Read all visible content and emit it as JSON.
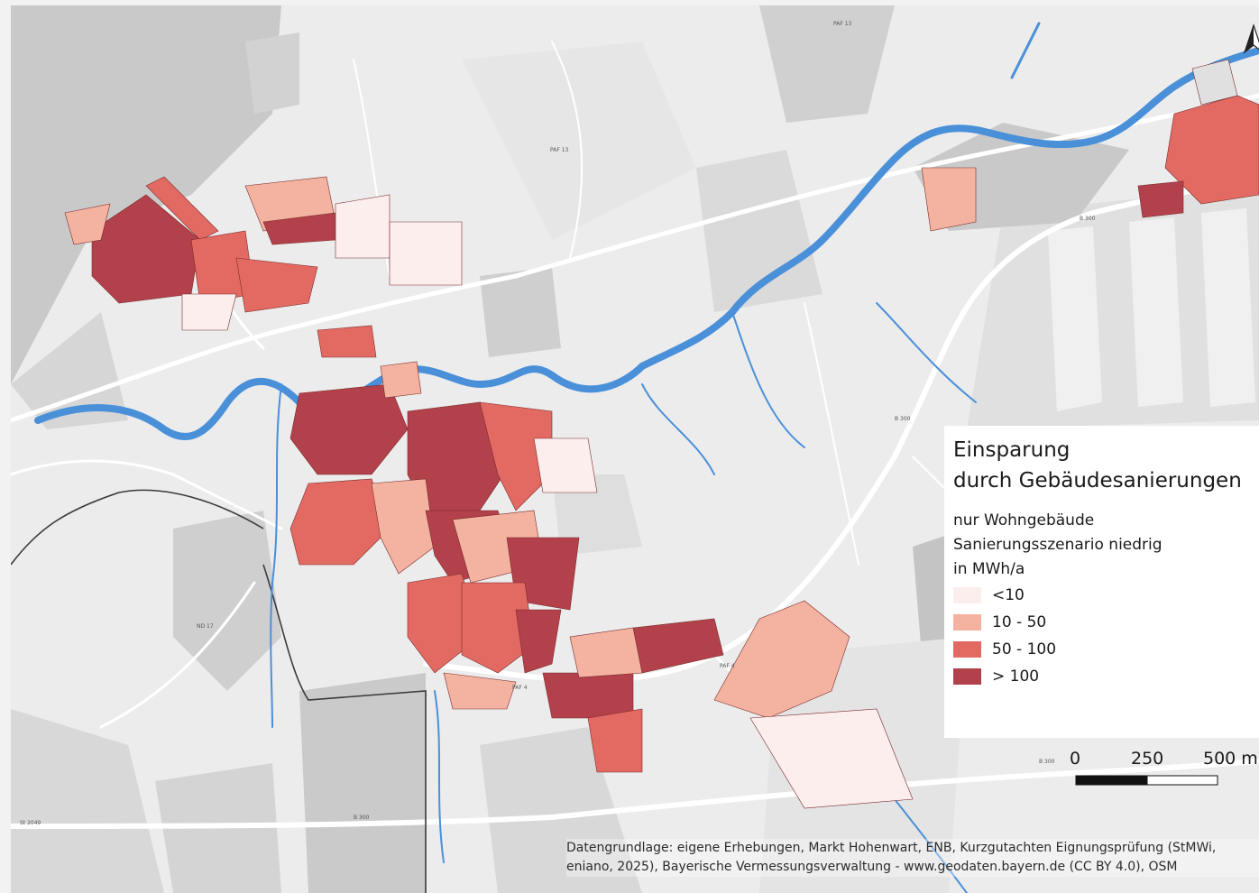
{
  "colors": {
    "background": "#ececec",
    "field": "#e3e3e3",
    "forest": "#c8c8c8",
    "water": "#4a90d9",
    "road": "#ffffff",
    "class_lt10": "#fbeeec",
    "class_10_50": "#f4b3a0",
    "class_50_100": "#e26a62",
    "class_gt100": "#b2414c"
  },
  "legend": {
    "title_line1": "Einsparung",
    "title_line2": "durch Gebäudesanierungen",
    "subtitle_line1": "nur Wohngebäude",
    "subtitle_line2": "Sanierungsszenario niedrig",
    "unit": "in MWh/a",
    "classes": [
      {
        "label": "<10",
        "color": "#fbeeec"
      },
      {
        "label": "10 - 50",
        "color": "#f4b3a0"
      },
      {
        "label": "50 - 100",
        "color": "#e26a62"
      },
      {
        "label": "> 100",
        "color": "#b2414c"
      }
    ]
  },
  "scale": {
    "labels": [
      "0",
      "250",
      "500 m"
    ]
  },
  "attribution": {
    "line1": "Datengrundlage: eigene Erhebungen, Markt Hohenwart, ENB, Kurzgutachten Eignungsprüfung (StMWi,",
    "line2": "eniano, 2025), Bayerische Vermessungsverwaltung - www.geodaten.bayern.de (CC BY 4.0), OSM"
  },
  "road_labels": [
    "PAF 13",
    "PAF 13",
    "B 300",
    "B 300",
    "B 300",
    "B 300",
    "St 2049",
    "ND 17",
    "PAF 4",
    "PAF 4"
  ]
}
